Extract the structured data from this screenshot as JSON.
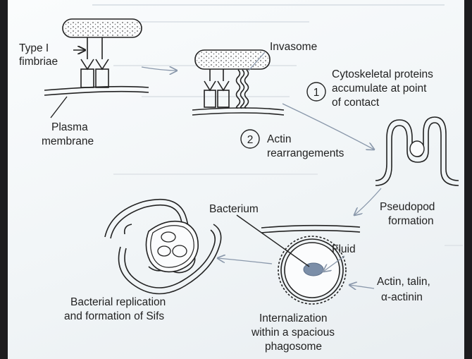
{
  "labels": {
    "type_i_fimbriae_1": "Type I",
    "type_i_fimbriae_2": "fimbriae",
    "plasma_membrane_1": "Plasma",
    "plasma_membrane_2": "membrane",
    "invasome": "Invasome",
    "step1_number": "1",
    "step1_line1": "Cytoskeletal proteins",
    "step1_line2": "accumulate at point",
    "step1_line3": "of contact",
    "step2_number": "2",
    "step2_line1": "Actin",
    "step2_line2": "rearrangements",
    "pseudopod_1": "Pseudopod",
    "pseudopod_2": "formation",
    "bacterium": "Bacterium",
    "fluid": "Fluid",
    "actin_talin_1": "Actin, talin,",
    "actin_talin_2": "α-actinin",
    "replication_1": "Bacterial replication",
    "replication_2": "and formation of Sifs",
    "internalization_1": "Internalization",
    "internalization_2": "within a spacious",
    "internalization_3": "phagosome"
  },
  "colors": {
    "ink": "#222222",
    "arrow": "#8a98ab",
    "bacterium_fill": "#7b8ea8",
    "page": "#f4f7f9",
    "backdrop": "#1d1d1f"
  }
}
